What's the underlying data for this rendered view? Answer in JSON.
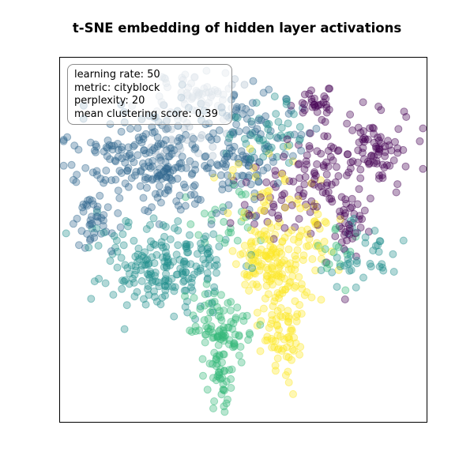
{
  "chart_data": {
    "type": "scatter",
    "title": "t-SNE embedding of hidden layer activations",
    "xlabel": "",
    "ylabel": "",
    "axes_ticks_visible": false,
    "grid": false,
    "xlim": [
      0,
      100
    ],
    "ylim": [
      0,
      100
    ],
    "colormap": "viridis",
    "info_box": {
      "position": "top-left",
      "lines": [
        "learning rate: 50",
        "metric: cityblock",
        "perplexity: 20",
        "mean clustering score: 0.39"
      ]
    },
    "series": [
      {
        "color": "#440154",
        "clusters": [
          {
            "cx": 71,
            "cy": 87,
            "sx": 3,
            "sy": 2,
            "n": 30
          },
          {
            "cx": 86,
            "cy": 75,
            "sx": 5,
            "sy": 5,
            "n": 80
          },
          {
            "cx": 71,
            "cy": 67,
            "sx": 5,
            "sy": 5,
            "n": 70
          },
          {
            "cx": 78,
            "cy": 55,
            "sx": 4,
            "sy": 5,
            "n": 40
          },
          {
            "cx": 57,
            "cy": 60,
            "sx": 4,
            "sy": 5,
            "n": 30
          }
        ]
      },
      {
        "color": "#30688e",
        "clusters": [
          {
            "cx": 25,
            "cy": 71,
            "sx": 10,
            "sy": 7,
            "n": 220
          },
          {
            "cx": 10,
            "cy": 56,
            "sx": 3,
            "sy": 4,
            "n": 40
          },
          {
            "cx": 49,
            "cy": 69,
            "sx": 6,
            "sy": 5,
            "n": 60
          },
          {
            "cx": 50,
            "cy": 83,
            "sx": 8,
            "sy": 5,
            "n": 60
          }
        ]
      },
      {
        "color": "#aebfcf",
        "clusters": [
          {
            "cx": 38,
            "cy": 90,
            "sx": 7,
            "sy": 3,
            "n": 60
          },
          {
            "cx": 33,
            "cy": 78,
            "sx": 6,
            "sy": 5,
            "n": 30
          }
        ]
      },
      {
        "color": "#21908d",
        "clusters": [
          {
            "cx": 28,
            "cy": 43,
            "sx": 9,
            "sy": 6,
            "n": 210
          },
          {
            "cx": 58,
            "cy": 80,
            "sx": 6,
            "sy": 4,
            "n": 50
          },
          {
            "cx": 82,
            "cy": 45,
            "sx": 5,
            "sy": 5,
            "n": 40
          }
        ]
      },
      {
        "color": "#35b779",
        "clusters": [
          {
            "cx": 44,
            "cy": 26,
            "sx": 4,
            "sy": 5,
            "n": 90
          },
          {
            "cx": 43,
            "cy": 13,
            "sx": 2,
            "sy": 4,
            "n": 40
          },
          {
            "cx": 46,
            "cy": 56,
            "sx": 5,
            "sy": 5,
            "n": 25
          },
          {
            "cx": 75,
            "cy": 45,
            "sx": 4,
            "sy": 5,
            "n": 15
          }
        ]
      },
      {
        "color": "#fde725",
        "clusters": [
          {
            "cx": 58,
            "cy": 45,
            "sx": 5,
            "sy": 5,
            "n": 120
          },
          {
            "cx": 61,
            "cy": 26,
            "sx": 3,
            "sy": 7,
            "n": 90
          },
          {
            "cx": 68,
            "cy": 54,
            "sx": 4,
            "sy": 5,
            "n": 40
          },
          {
            "cx": 55,
            "cy": 65,
            "sx": 6,
            "sy": 5,
            "n": 30
          }
        ]
      }
    ]
  }
}
